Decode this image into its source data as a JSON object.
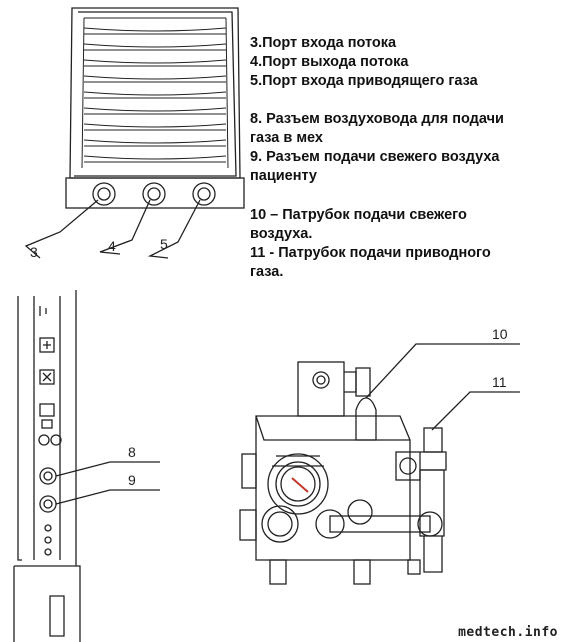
{
  "legend": {
    "l3": "3.Порт входа потока",
    "l4": "4.Порт выхода потока",
    "l5": "5.Порт входа приводящего газа",
    "l8a": "8. Разъем воздуховода для подачи",
    "l8b": "газа в мех",
    "l9a": "9. Разъем подачи свежего воздуха",
    "l9b": "пациенту",
    "l10a": "10 – Патрубок подачи свежего",
    "l10b": "воздуха.",
    "l11a": "11 - Патрубок подачи приводного",
    "l11b": "газа."
  },
  "callouts": {
    "c3": "3",
    "c4": "4",
    "c5": "5",
    "c8": "8",
    "c9": "9",
    "c10": "10",
    "c11": "11"
  },
  "watermark": "medtech.info"
}
